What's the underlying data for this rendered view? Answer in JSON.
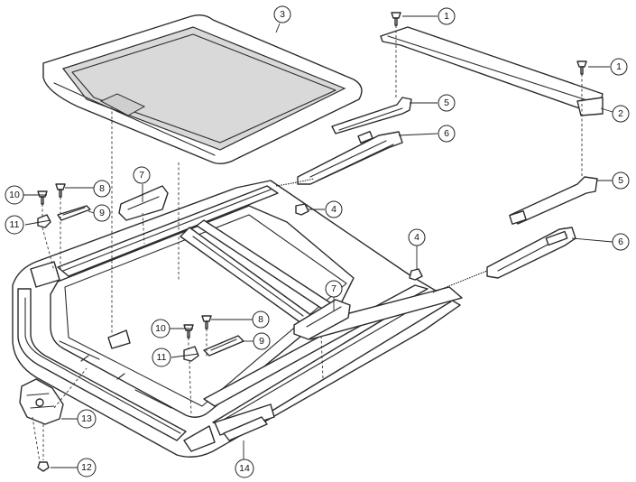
{
  "callouts": {
    "c1a": "1",
    "c1b": "1",
    "c2": "2",
    "c3": "3",
    "c4a": "4",
    "c4b": "4",
    "c5a": "5",
    "c5b": "5",
    "c6a": "6",
    "c6b": "6",
    "c7a": "7",
    "c7b": "7",
    "c8a": "8",
    "c8b": "8",
    "c9a": "9",
    "c9b": "9",
    "c10a": "10",
    "c10b": "10",
    "c11a": "11",
    "c11b": "11",
    "c12": "12",
    "c13": "13",
    "c14": "14"
  }
}
